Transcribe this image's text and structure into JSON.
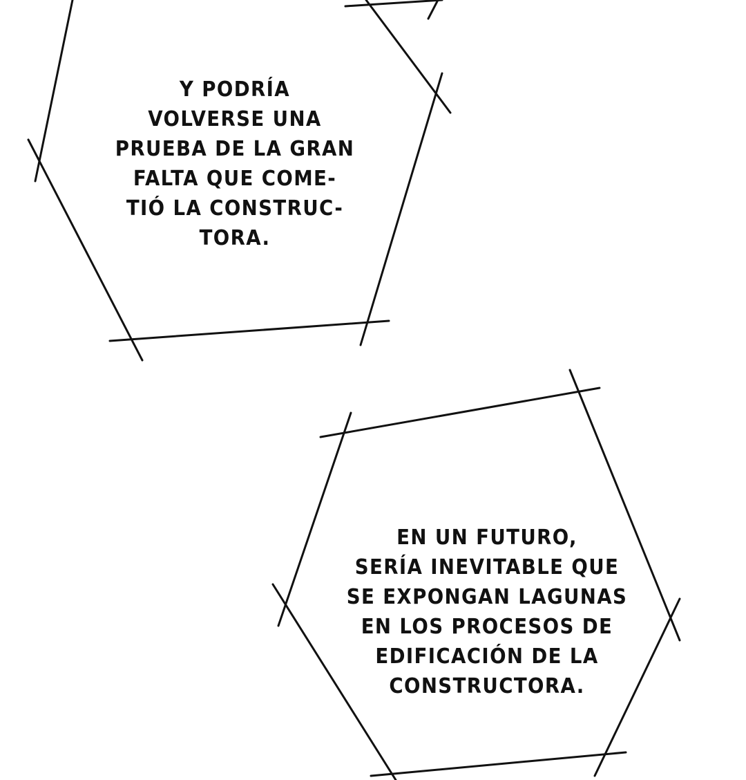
{
  "page": {
    "background": "#ffffff",
    "ink_color": "#111111"
  },
  "bubbles": [
    {
      "id": "top",
      "shape": "hexagon",
      "lines": [
        "Y PODRÍA",
        "VOLVERSE UNA",
        "PRUEBA DE LA GRAN",
        "FALTA QUE COME-",
        "TIÓ LA CONSTRUC-",
        "TORA."
      ]
    },
    {
      "id": "bottom",
      "shape": "hexagon",
      "lines": [
        "EN UN FUTURO,",
        "SERÍA INEVITABLE QUE",
        "SE EXPONGAN LAGUNAS",
        "EN LOS PROCESOS DE",
        "EDIFICACIÓN DE LA",
        "CONSTRUCTORA."
      ]
    }
  ]
}
